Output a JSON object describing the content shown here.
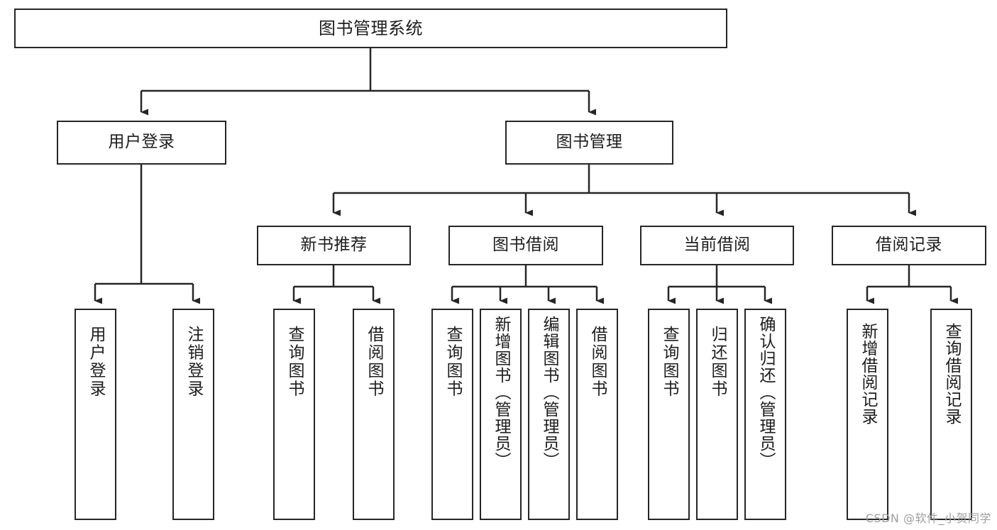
{
  "diagram": {
    "title": "图书管理系统",
    "type": "hierarchy-tree",
    "watermark": "CSDN @软件_小贺同学",
    "colors": {
      "stroke": "#262626",
      "fill": "#ffffff",
      "text": "#1d1d1d",
      "watermark": "#9e9e9e"
    },
    "levels": {
      "root": {
        "label": "图书管理系统"
      },
      "level2": [
        {
          "id": "user-login",
          "label": "用户登录"
        },
        {
          "id": "book-manage",
          "label": "图书管理"
        }
      ],
      "level3": [
        {
          "id": "new-book-rec",
          "label": "新书推荐"
        },
        {
          "id": "book-borrow",
          "label": "图书借阅"
        },
        {
          "id": "current-borrow",
          "label": "当前借阅"
        },
        {
          "id": "borrow-record",
          "label": "借阅记录"
        }
      ],
      "leaves": {
        "user-login": [
          {
            "id": "leaf-user-login",
            "label": "用户登录"
          },
          {
            "id": "leaf-logout",
            "label": "注销登录"
          }
        ],
        "new-book-rec": [
          {
            "id": "leaf-query-book-1",
            "label": "查询图书"
          },
          {
            "id": "leaf-borrow-book-1",
            "label": "借阅图书"
          }
        ],
        "book-borrow": [
          {
            "id": "leaf-query-book-2",
            "label": "查询图书"
          },
          {
            "id": "leaf-add-book",
            "label": "新增图书（管理员）"
          },
          {
            "id": "leaf-edit-book",
            "label": "编辑图书（管理员）"
          },
          {
            "id": "leaf-borrow-book-2",
            "label": "借阅图书"
          }
        ],
        "current-borrow": [
          {
            "id": "leaf-query-book-3",
            "label": "查询图书"
          },
          {
            "id": "leaf-return-book",
            "label": "归还图书"
          },
          {
            "id": "leaf-confirm-return",
            "label": "确认归还（管理员）"
          }
        ],
        "borrow-record": [
          {
            "id": "leaf-add-record",
            "label": "新增借阅记录"
          },
          {
            "id": "leaf-query-record",
            "label": "查询借阅记录"
          }
        ]
      }
    }
  }
}
